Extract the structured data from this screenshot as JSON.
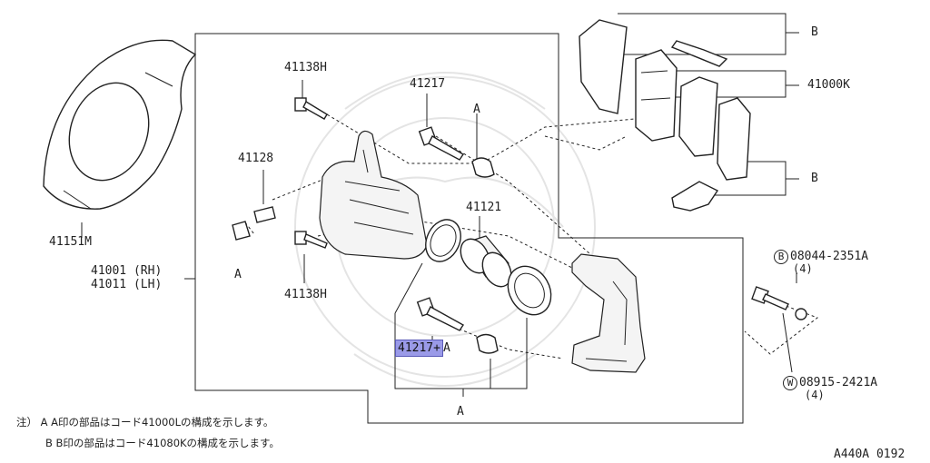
{
  "labels": {
    "shield": "41151M",
    "bolt_top": "41138H",
    "bolt_bottom": "41138H",
    "bleeder": "41128",
    "pin_top": "41217",
    "pin_bottom": "41217+",
    "piston": "41121",
    "pad_kit": "41000K",
    "caliper_rh": "41001 (RH)",
    "caliper_lh": "41011 (LH)",
    "bolt_code": "08044-2351A",
    "bolt_qty": "(4)",
    "washer_code": "08915-2421A",
    "washer_qty": "(4)",
    "bolt_mark": "B",
    "washer_mark": "W",
    "ref_a1": "A",
    "ref_a2": "A",
    "ref_a3": "A",
    "ref_a4": "A",
    "ref_b1": "B",
    "ref_b2": "B",
    "footer_code": "A440A 0192"
  },
  "notes": {
    "prefix": "注）",
    "line1": "A A印の部品はコード41000Lの構成を示します。",
    "line2": "B B印の部品はコード41080Kの構成を示します。"
  }
}
